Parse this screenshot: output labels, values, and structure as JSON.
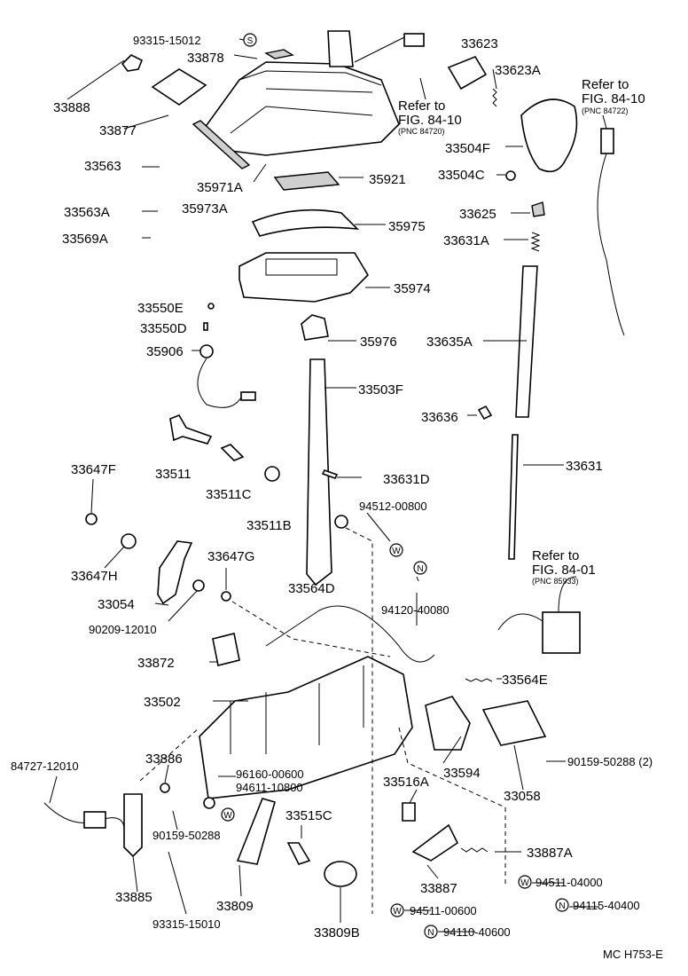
{
  "labels": {
    "p93315_15012": "93315-15012",
    "p33878": "33878",
    "p33888": "33888",
    "p33877": "33877",
    "p33563": "33563",
    "p33563A": "33563A",
    "p33569A": "33569A",
    "p35971A": "35971A",
    "p35973A": "35973A",
    "p35921": "35921",
    "p35975": "35975",
    "p35974": "35974",
    "p33550E": "33550E",
    "p33550D": "33550D",
    "p35976": "35976",
    "p35906": "35906",
    "p33503F": "33503F",
    "p33511": "33511",
    "p33511C": "33511C",
    "p33511B": "33511B",
    "p33631D": "33631D",
    "p33647F": "33647F",
    "p33647H": "33647H",
    "p33647G": "33647G",
    "p33054": "33054",
    "p90209_12010": "90209-12010",
    "p94512_00800": "94512-00800",
    "p94120_40080": "94120-40080",
    "p33564D": "33564D",
    "p33872": "33872",
    "p33502": "33502",
    "p33623": "33623",
    "p33623A": "33623A",
    "p33504F": "33504F",
    "p33504C": "33504C",
    "p33625": "33625",
    "p33631A": "33631A",
    "p33635A": "33635A",
    "p33636": "33636",
    "p33631": "33631",
    "p33564E": "33564E",
    "p33594": "33594",
    "p33058": "33058",
    "p90159_50288_2": "90159-50288 (2)",
    "p84727_12010": "84727-12010",
    "p33886": "33886",
    "p96160_00600": "96160-00600",
    "p94611_10800": "94611-10800",
    "p90159_50288": "90159-50288",
    "p33885": "33885",
    "p93315_15010": "93315-15010",
    "p33809": "33809",
    "p33515C": "33515C",
    "p33809B": "33809B",
    "p33516A": "33516A",
    "p33887A": "33887A",
    "p33887": "33887",
    "p94511_04000": "94511-04000",
    "p94115_40400": "94115-40400",
    "p94511_00600": "94511-00600",
    "p94110_40600": "94110-40600"
  },
  "refs": {
    "ref1_line1": "Refer to",
    "ref1_line2": "FIG. 84-10",
    "ref1_pnc": "(PNC 84720)",
    "ref2_line1": "Refer to",
    "ref2_line2": "FIG. 84-10",
    "ref2_pnc": "(PNC 84722)",
    "ref3_line1": "Refer to",
    "ref3_line2": "FIG. 84-01",
    "ref3_pnc": "(PNC 85933)"
  },
  "symbols": {
    "s": "S",
    "w": "W",
    "n": "N"
  },
  "footer": {
    "code": "MC  H753-E"
  }
}
